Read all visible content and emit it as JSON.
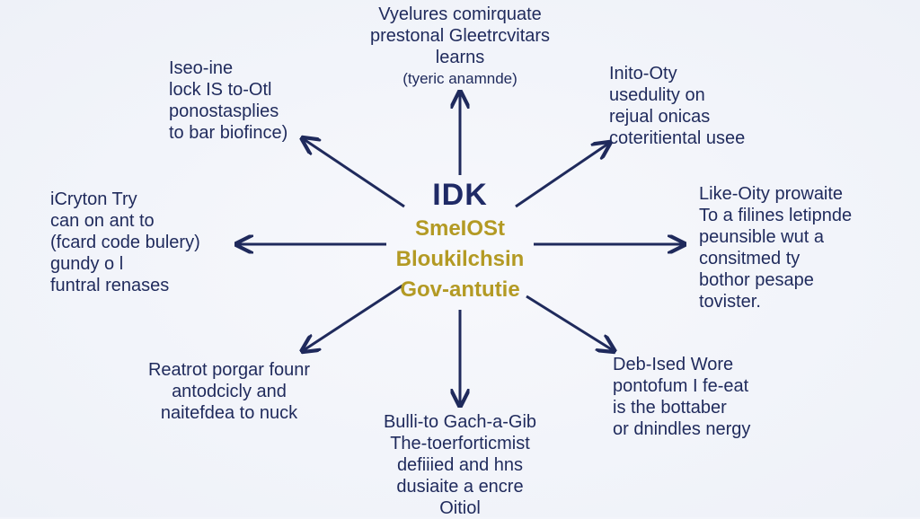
{
  "colors": {
    "background": "#f2f4fa",
    "text": "#1f2a5c",
    "arrow": "#1f2a5c",
    "hub_title": "#1f2a66",
    "hub_subtitle": "#b39a24"
  },
  "hub": {
    "title": "IDK",
    "lines": [
      "SmeIOSt",
      "Bloukilchsin",
      "Gov-antutie"
    ]
  },
  "nodes": {
    "top": [
      "Vyelures comirquate",
      "prestonal Gleetrcvitars",
      "learns",
      "(tyeric anamnde)"
    ],
    "top_left": [
      "Iseo-ine",
      "lock IS to-Otl",
      "ponostasplies",
      "to bar biofince)"
    ],
    "top_right": [
      "Inito-Oty",
      "usedulity on",
      "rejual onicas",
      "coteritiental usee"
    ],
    "left": [
      "iCryton Try",
      "can on ant to",
      "(fcard code bulery)",
      "gundy o l",
      "funtral renases"
    ],
    "right": [
      "Like-Oity prowaite",
      "To a filines letipnde",
      "peunsible wut a",
      "consitmed ty",
      "bothor pesape",
      "tovister."
    ],
    "bottom_left": [
      "Reatrot porgar founr",
      "antodcicly and",
      "naitefdea to nuck"
    ],
    "bottom_right": [
      "Deb-Ised Wore",
      "pontofum I fe-eat",
      "is the bottaber",
      "or dnindles nergy"
    ],
    "bottom": [
      "Bulli-to Gach-a-Gib",
      "The-toerforticmist",
      "defiiied and hns",
      "dusiaite a encre",
      "Oitiol"
    ]
  },
  "icons": {
    "arrowhead": "arrowhead-icon"
  }
}
